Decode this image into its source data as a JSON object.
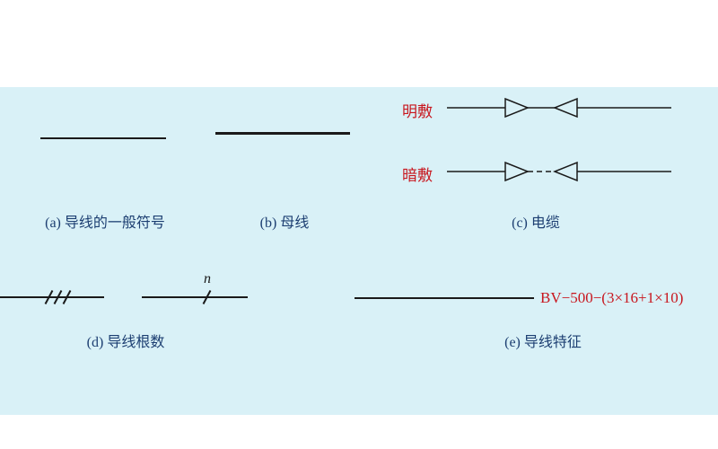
{
  "figure": {
    "background_color": "#d9f1f7",
    "label_color": "#1d3f72",
    "accent_red": "#c8161e",
    "items": {
      "a": {
        "label": "(a) 导线的一般符号"
      },
      "b": {
        "label": "(b) 母线"
      },
      "c": {
        "label": "(c) 电缆",
        "rows": [
          {
            "name": "明敷",
            "line_style": "solid"
          },
          {
            "name": "暗敷",
            "line_style": "dashed"
          }
        ]
      },
      "d": {
        "label": "(d) 导线根数",
        "count_symbol": "n"
      },
      "e": {
        "label": "(e) 导线特征",
        "spec": "BV−500−(3×16+1×10)"
      }
    }
  }
}
